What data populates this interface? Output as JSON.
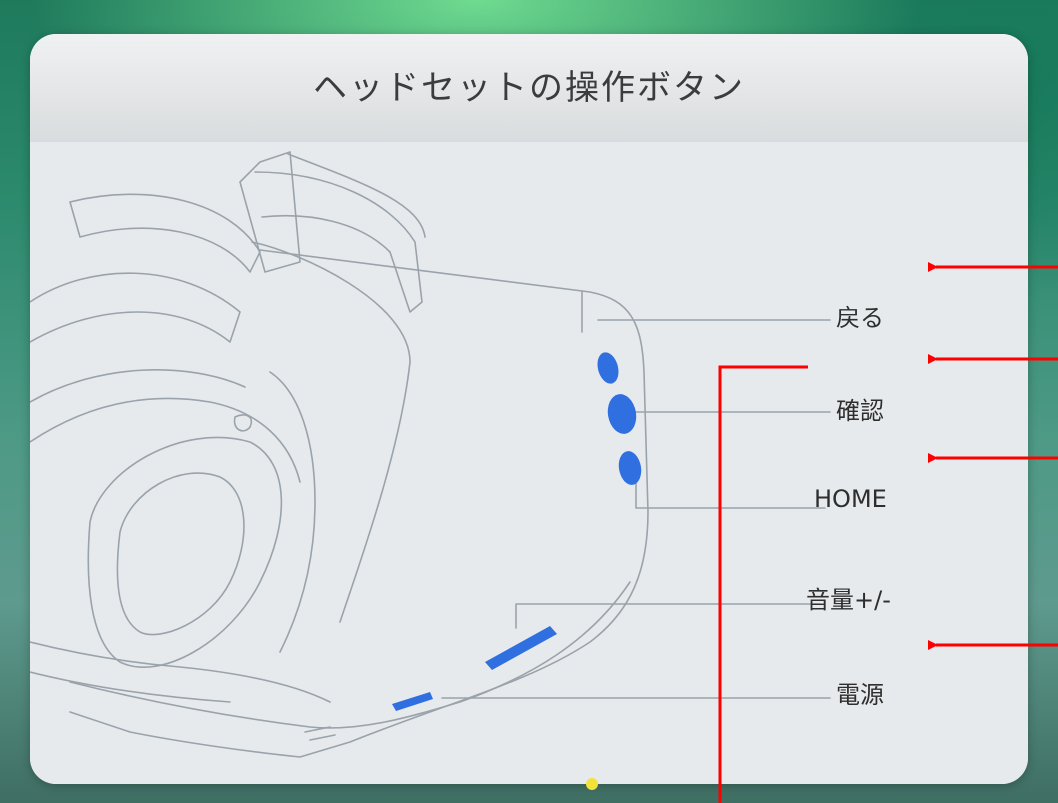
{
  "panel": {
    "title": "ヘッドセットの操作ボタン"
  },
  "buttons": {
    "back": "戻る",
    "confirm": "確認",
    "home": "HOME",
    "volume": "音量+/-",
    "power": "電源"
  },
  "colors": {
    "button_highlight": "#2f6fe0",
    "annotation_arrow": "#ff0000",
    "page_indicator": "#f2e23a"
  }
}
